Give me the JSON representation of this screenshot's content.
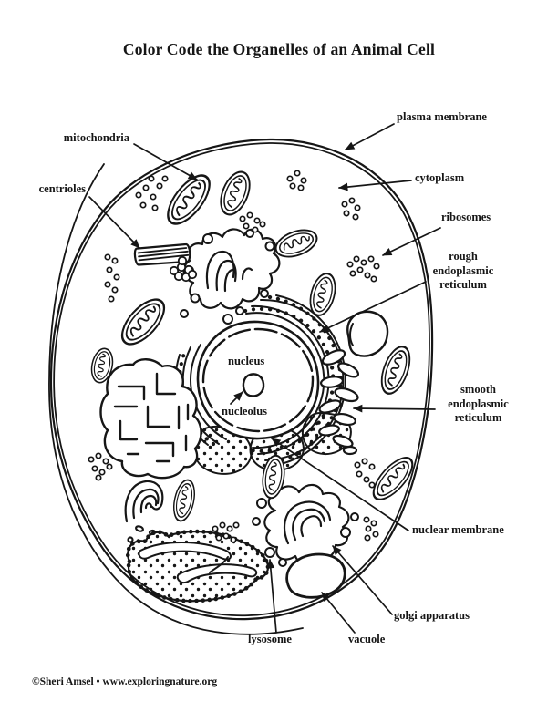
{
  "page": {
    "title": "Color Code the Organelles of an Animal Cell",
    "credit": "©Sheri Amsel • www.exploringnature.org"
  },
  "labels": {
    "mitochondria": "mitochondria",
    "centrioles": "centrioles",
    "plasma_membrane": "plasma membrane",
    "cytoplasm": "cytoplasm",
    "ribosomes": "ribosomes",
    "rough_endoplasmic_reticulum": "rough\nendoplasmic\nreticulum",
    "smooth_endoplasmic_reticulum": "smooth\nendoplasmic\nreticulum",
    "nucleus": "nucleus",
    "nucleolus": "nucleolus",
    "nuclear_membrane": "nuclear membrane",
    "golgi_apparatus": "golgi apparatus",
    "lysosome": "lysosome",
    "vacuole": "vacuole"
  },
  "colors": {
    "ink": "#161616",
    "paper": "#ffffff"
  }
}
